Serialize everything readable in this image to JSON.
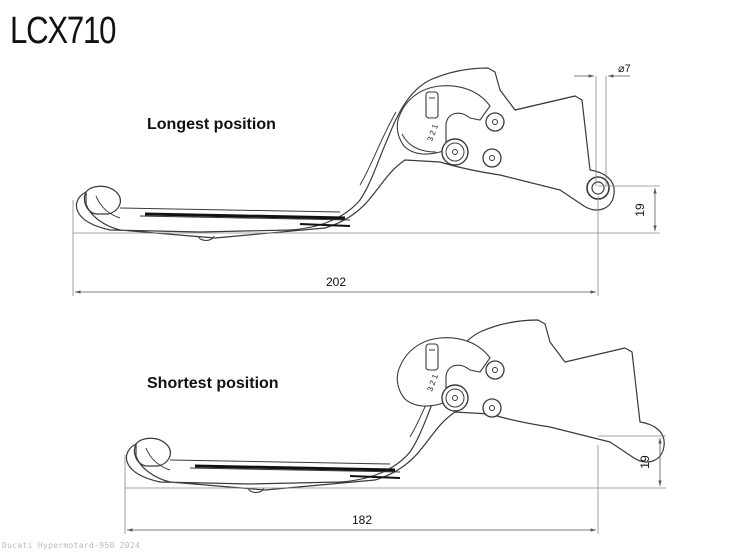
{
  "title": "LCX710",
  "watermark": "Ducati Hypermotard-950 2024",
  "diagrams": [
    {
      "caption": "Longest position",
      "length_dimension": "202",
      "height_dimension": "19",
      "diameter_dimension": "⌀7",
      "adjuster_numbers": "3 2 1"
    },
    {
      "caption": "Shortest position",
      "length_dimension": "182",
      "height_dimension": "19",
      "adjuster_numbers": "3 2 1"
    }
  ],
  "colors": {
    "line": "#3a3a3a",
    "dim_line": "#888888",
    "text": "#111111"
  }
}
